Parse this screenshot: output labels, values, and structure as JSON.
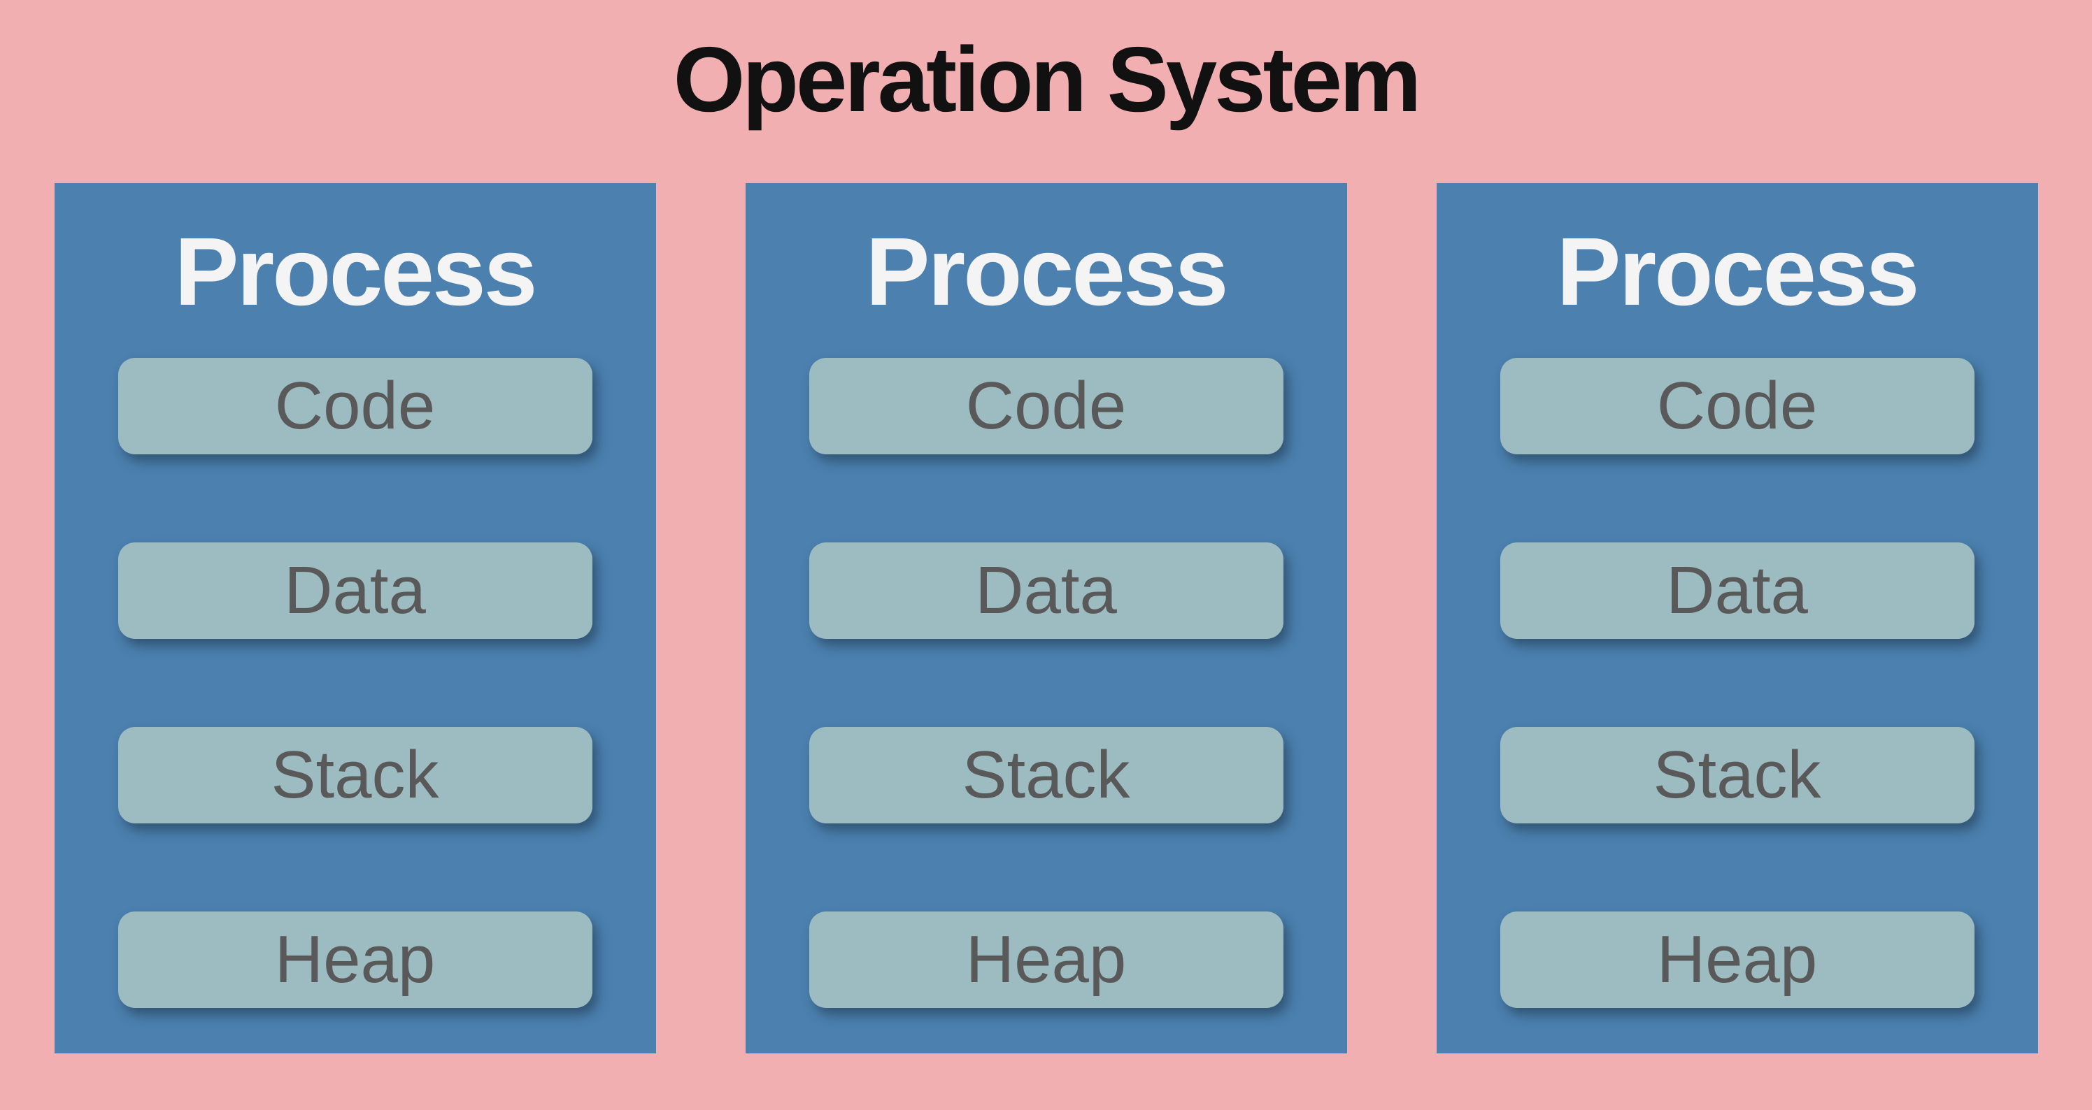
{
  "title": "Operation System",
  "colors": {
    "background_pink": "#F2AFB2",
    "panel_blue": "#4B80AF",
    "box_fill": "#9DBCC1",
    "box_text_gray": "#595959",
    "process_text_white": "#F4F4F4",
    "title_black": "#111111"
  },
  "panels": [
    {
      "title": "Process",
      "boxes": [
        "Code",
        "Data",
        "Stack",
        "Heap"
      ]
    },
    {
      "title": "Process",
      "boxes": [
        "Code",
        "Data",
        "Stack",
        "Heap"
      ]
    },
    {
      "title": "Process",
      "boxes": [
        "Code",
        "Data",
        "Stack",
        "Heap"
      ]
    }
  ]
}
